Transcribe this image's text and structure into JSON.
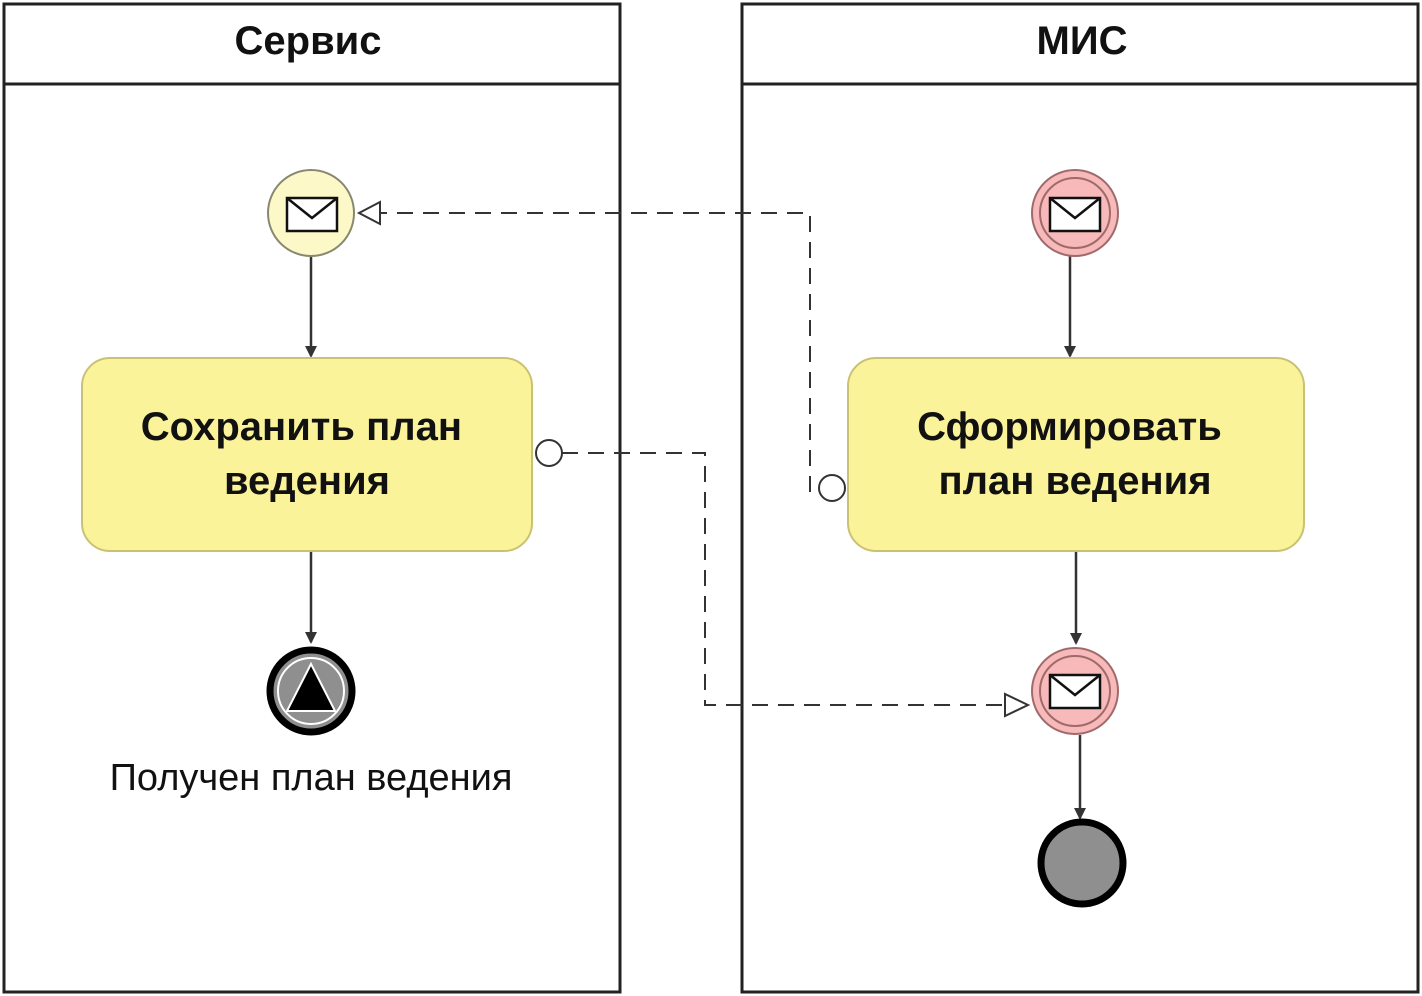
{
  "pools": [
    {
      "id": "service",
      "title": "Сервис"
    },
    {
      "id": "mis",
      "title": "МИС"
    }
  ],
  "tasks": [
    {
      "id": "save-plan",
      "lines": [
        "Сохранить план",
        "ведения"
      ]
    },
    {
      "id": "form-plan",
      "lines": [
        "Сформировать",
        "план ведения"
      ]
    }
  ],
  "events": {
    "end_signal_caption": "Получен план ведения"
  },
  "colors": {
    "task_fill": "#fbf39a",
    "task_stroke": "#c9c274",
    "start_message_fill": "#fdf8c8",
    "intermediate_message_fill": "#f7b9b9",
    "end_event_fill": "#8f8f8f",
    "line": "#333333"
  },
  "icons": [
    "envelope-icon",
    "triangle-signal-icon"
  ]
}
